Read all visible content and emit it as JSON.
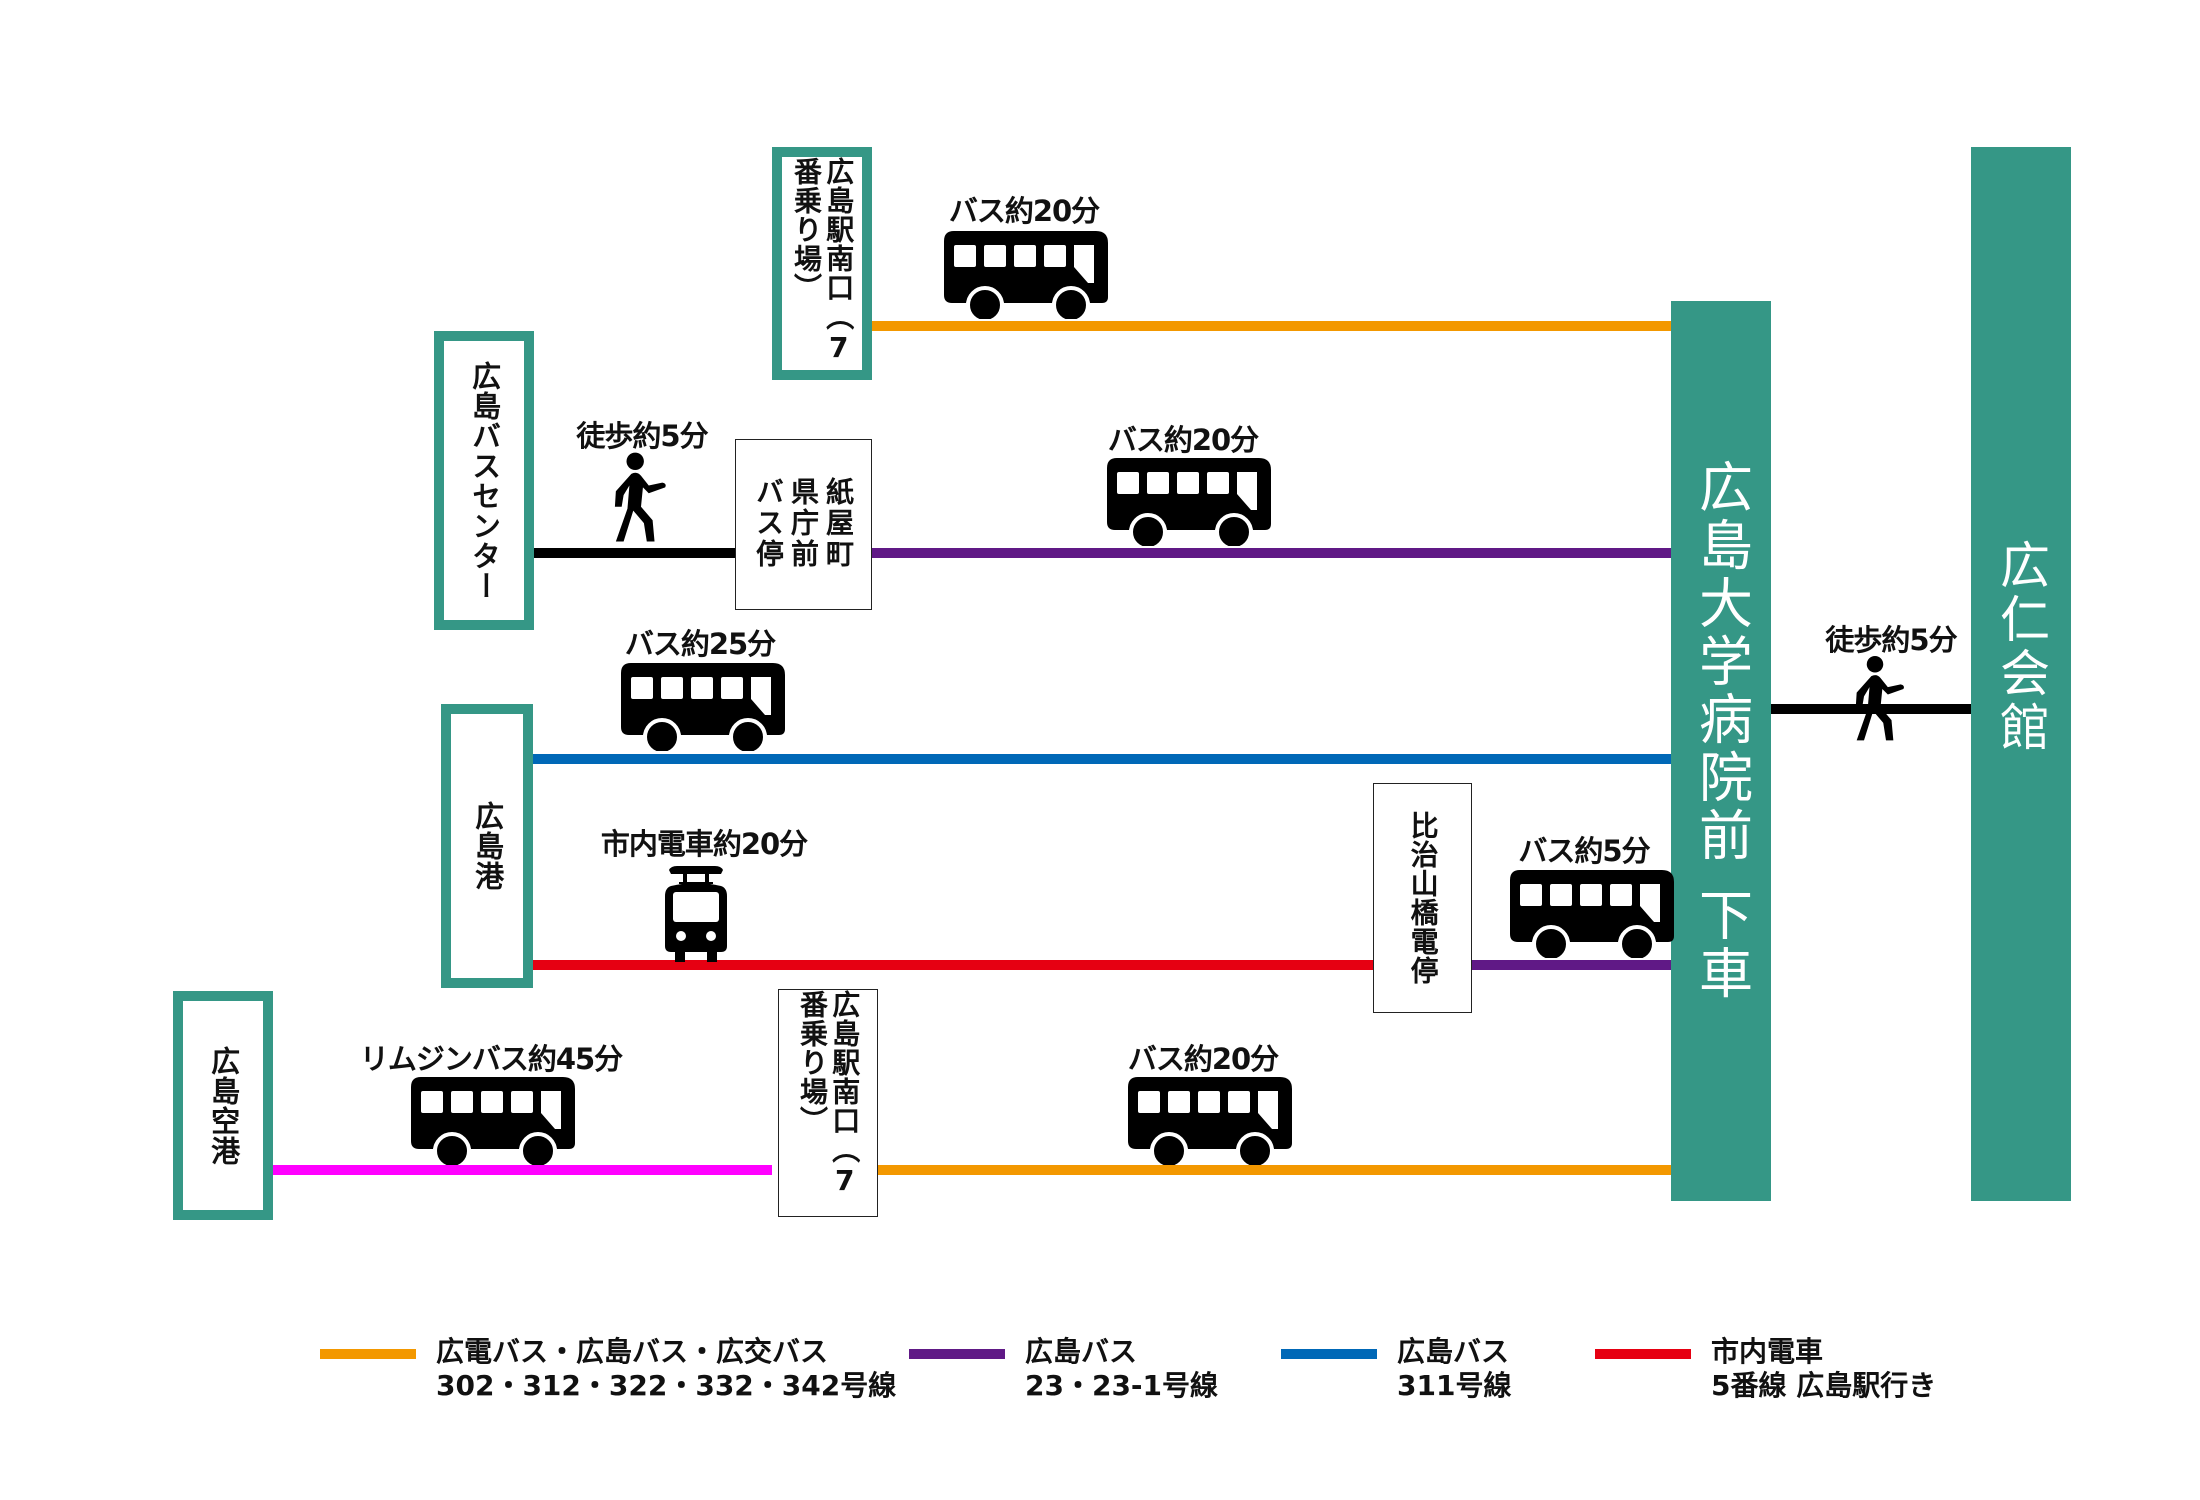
{
  "destination": {
    "stop": "広島大学病院前 下車",
    "stop_main": "広島大学病院前",
    "stop_suffix": "下車",
    "venue": "広仁会館",
    "walk_label": "徒歩約5分"
  },
  "colors": {
    "teal": "#359786",
    "orange_route": "#F39800",
    "purple_route": "#601986",
    "blue_route": "#0068B7",
    "red_route": "#E60012",
    "magenta_route": "#FF00FF",
    "walk": "#000000"
  },
  "origins": {
    "hiroshima_station_south_top": "広島駅南口（7番乗り場）",
    "bus_center": "広島バスセンター",
    "port": "広島港",
    "airport": "広島空港",
    "hiroshima_station_south_bottom": "広島駅南口（7番乗り場）"
  },
  "transfer_stops": {
    "kamiyacho": "紙屋町県庁前バス停",
    "hijiyama": "比治山橋電停"
  },
  "routes": {
    "station_bus": {
      "label": "バス約20分",
      "mode": "bus-icon",
      "line": "orange"
    },
    "bus_center_walk": {
      "label": "徒歩約5分",
      "mode": "walker-icon",
      "line": "black"
    },
    "kamiyacho_bus": {
      "label": "バス約20分",
      "mode": "bus-icon",
      "line": "purple"
    },
    "port_bus": {
      "label": "バス約25分",
      "mode": "bus-icon",
      "line": "blue"
    },
    "port_tram": {
      "label": "市内電車約20分",
      "mode": "tram-icon",
      "line": "red"
    },
    "hijiyama_bus": {
      "label": "バス約5分",
      "mode": "bus-icon",
      "line": "purple"
    },
    "airport_limousine": {
      "label": "リムジンバス約45分",
      "mode": "bus-icon",
      "line": "magenta"
    },
    "station_bus_bottom": {
      "label": "バス約20分",
      "mode": "bus-icon",
      "line": "orange"
    }
  },
  "legend": [
    {
      "color": "orange",
      "line1": "広電バス・広島バス・広交バス",
      "line2": "302・312・322・332・342号線"
    },
    {
      "color": "purple",
      "line1": "広島バス",
      "line2": "23・23-1号線"
    },
    {
      "color": "blue",
      "line1": "広島バス",
      "line2": "311号線"
    },
    {
      "color": "red",
      "line1": "市内電車",
      "line2": "5番線 広島駅行き"
    }
  ]
}
